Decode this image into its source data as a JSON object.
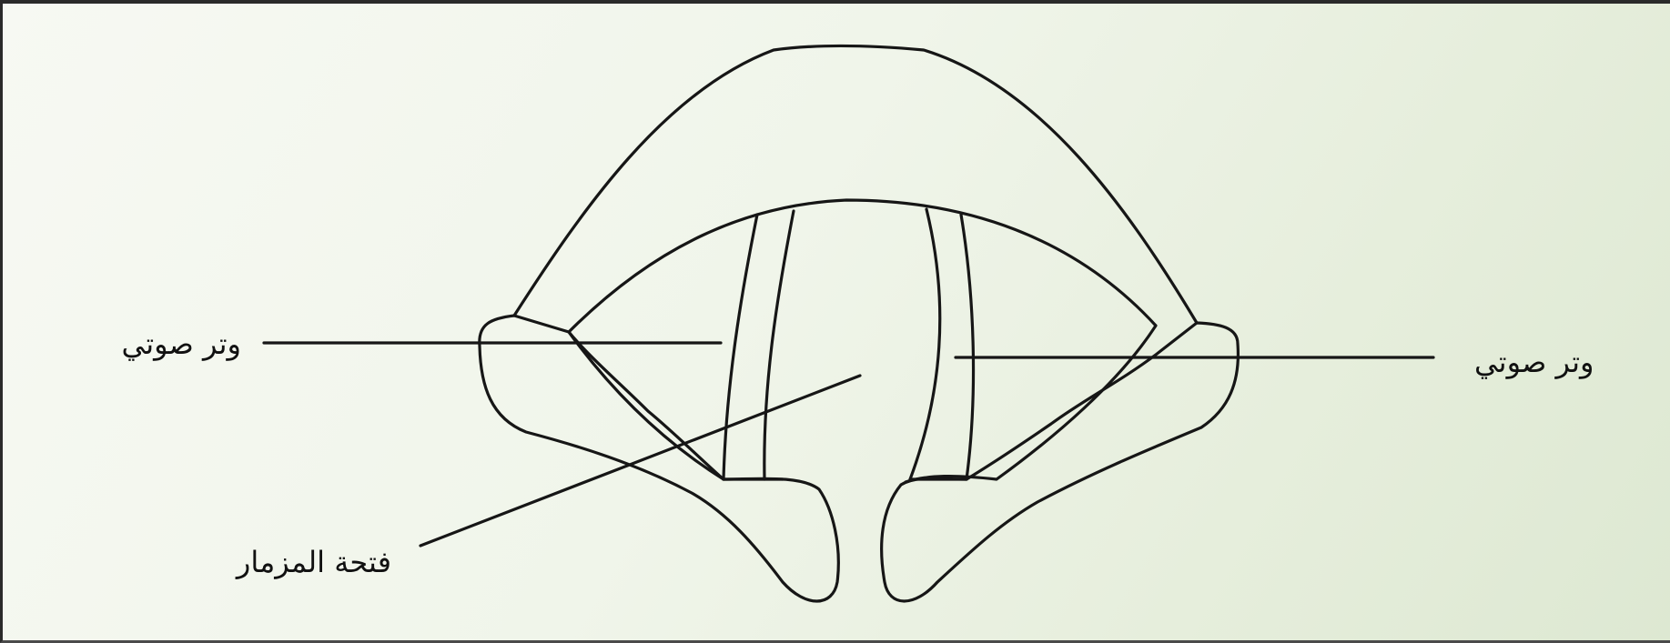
{
  "labels": {
    "vocal_cord_left": "وتر صوتي",
    "vocal_cord_right": "وتر صوتي",
    "glottis": "فتحة المزمار"
  },
  "colors": {
    "line": "#161616",
    "background": "#eef4e6"
  }
}
